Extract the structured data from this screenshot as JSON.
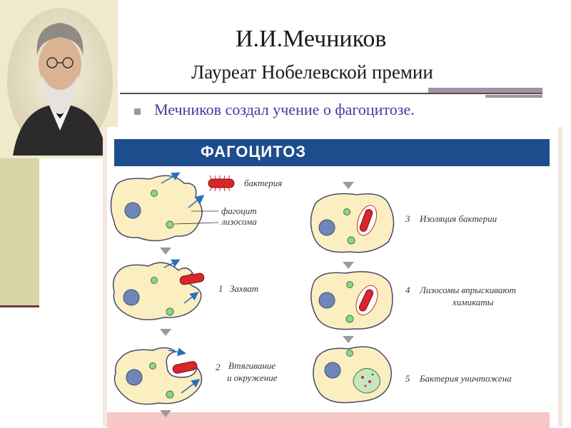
{
  "slide": {
    "title": "И.И.Мечников",
    "subtitle": "Лауреат Нобелевской премии",
    "bullet": "Мечников создал учение о фагоцитозе."
  },
  "figure": {
    "banner": "ФАГОЦИТОЗ",
    "legend": {
      "bacterium": "бактерия",
      "phagocyte": "фагоцит",
      "lysosome": "лизосома"
    },
    "stages": [
      {
        "num": "1",
        "label": "Захват"
      },
      {
        "num": "2",
        "label_line1": "Втягивание",
        "label_line2": "и окружение"
      },
      {
        "num": "3",
        "label": "Изоляция бактерии"
      },
      {
        "num": "4",
        "label_line1": "Лизосомы впрыскивают",
        "label_line2": "химикаты"
      },
      {
        "num": "5",
        "label": "Бактерия уничтожена"
      }
    ]
  },
  "colors": {
    "banner": "#1e4d8d",
    "title_text": "#1a1a1a",
    "bullet_text": "#3d3d9e",
    "cell_fill": "#fbeec0",
    "cell_stroke": "#4a4a6a",
    "nucleus": "#6e86b8",
    "lysosome": "#8ed48a",
    "bacterium": "#d8262b"
  }
}
